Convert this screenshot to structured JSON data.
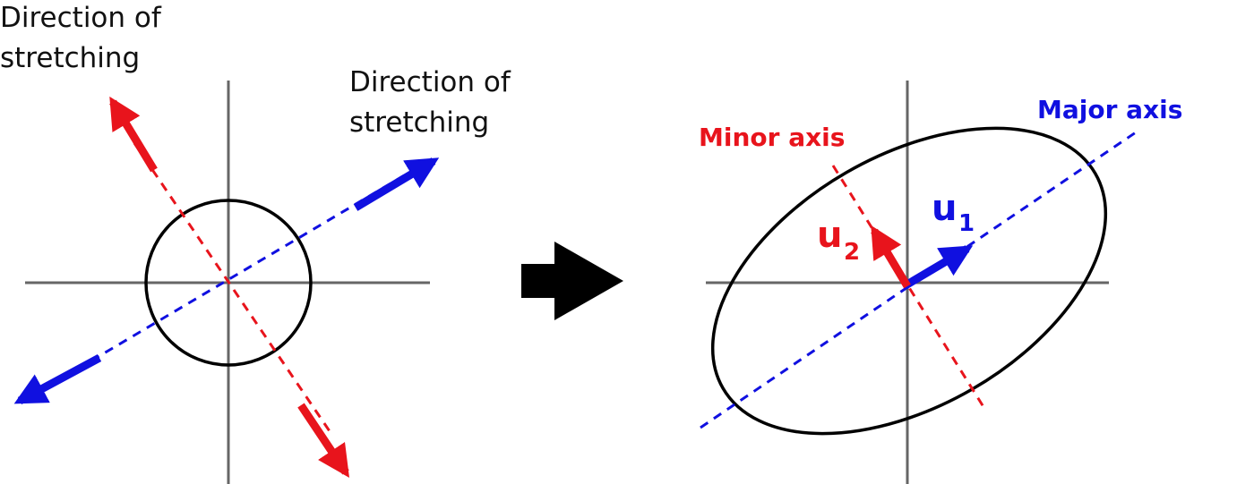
{
  "left_panel": {
    "label_red_line1": "Direction of",
    "label_red_line2": "stretching",
    "label_blue_line1": "Direction of",
    "label_blue_line2": "stretching"
  },
  "right_panel": {
    "minor_axis_label": "Minor axis",
    "major_axis_label": "Major axis",
    "u1_letter": "u",
    "u1_sub": "1",
    "u2_letter": "u",
    "u2_sub": "2"
  },
  "colors": {
    "red": "#e8141c",
    "blue": "#1010e0",
    "axis": "#666666",
    "outline": "#000000"
  }
}
